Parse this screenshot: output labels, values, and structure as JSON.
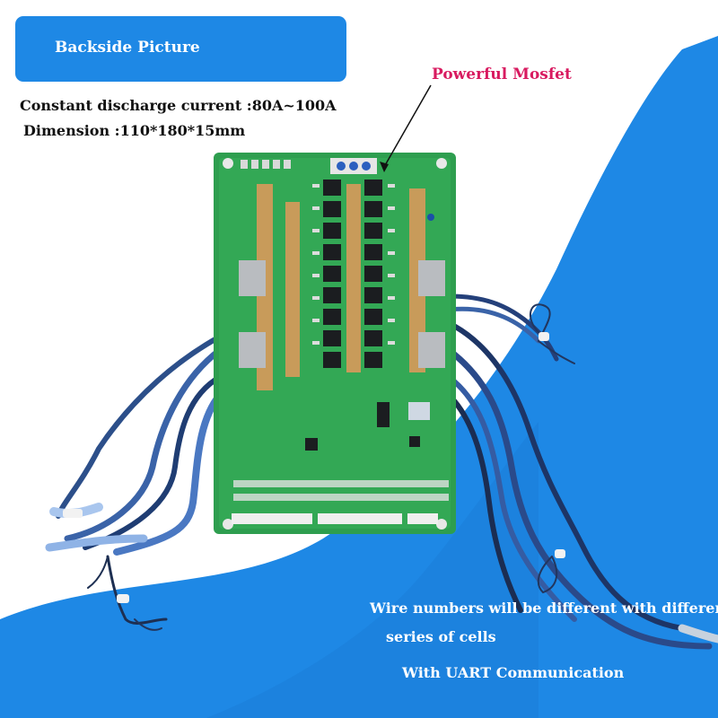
{
  "banner": {
    "title": "Backside Picture"
  },
  "specs": {
    "current": "Constant discharge current :80A~100A",
    "dimension": "Dimension :110*180*15mm"
  },
  "callout": {
    "label": "Powerful Mosfet"
  },
  "notes": {
    "line1": "Wire numbers will be different with different",
    "line2": "series of cells",
    "line3": "With UART Communication"
  },
  "colors": {
    "background_blue": "#1e88e5",
    "pcb_green": "#2e9e4f",
    "callout_pink": "#d81b60",
    "text_white": "#ffffff"
  }
}
